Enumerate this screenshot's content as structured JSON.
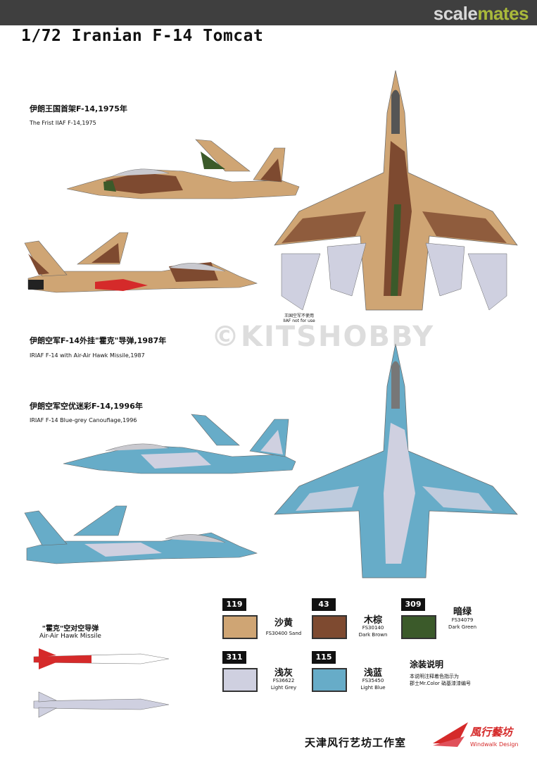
{
  "banner": {
    "logo_scale": "scale",
    "logo_mates": "mates"
  },
  "title": "1/72 Iranian F-14 Tomcat",
  "sections": [
    {
      "cn": "伊朗王国首架F-14,1975年",
      "en": "The Frist IIAF F-14,1975"
    },
    {
      "cn": "伊朗空军F-14外挂\"霍克\"导弹,1987年",
      "en": "IRIAF F-14 with Air-Air Hawk Missile,1987"
    },
    {
      "cn": "伊朗空军空优迷彩F-14,1996年",
      "en": "IRIAF F-14 Blue-grey Canoufiage,1996"
    }
  ],
  "missile": {
    "cn": "\"霍克\"空对空导弹",
    "en": "Air-Air Hawk Missile"
  },
  "top_view_note": {
    "cn": "王国空军不使用",
    "en": "IIAF not for use"
  },
  "colors": [
    {
      "code": "119",
      "cn": "沙黄",
      "fs": "FS30400 Sand",
      "en": "",
      "hex": "#cfa574"
    },
    {
      "code": "43",
      "cn": "木棕",
      "fs": "FS30140",
      "en": "Dark Brown",
      "hex": "#7e4a30"
    },
    {
      "code": "309",
      "cn": "暗绿",
      "fs": "FS34079",
      "en": "Dark Green",
      "hex": "#3b5a2a"
    },
    {
      "code": "311",
      "cn": "浅灰",
      "fs": "FS36622",
      "en": "Light Grey",
      "hex": "#cfd0e0"
    },
    {
      "code": "115",
      "cn": "浅蓝",
      "fs": "FS35450",
      "en": "Light Blue",
      "hex": "#67acc8"
    }
  ],
  "notes": {
    "title": "涂装说明",
    "line1": "本说明注释着色指示为",
    "line2": "郡士Mr.Color 硝基漆漆编号"
  },
  "studio": "天津风行艺坊工作室",
  "brand": {
    "cn": "風行藝坊",
    "en": "Windwalk Design"
  },
  "watermark": "©KITSHOBBY"
}
